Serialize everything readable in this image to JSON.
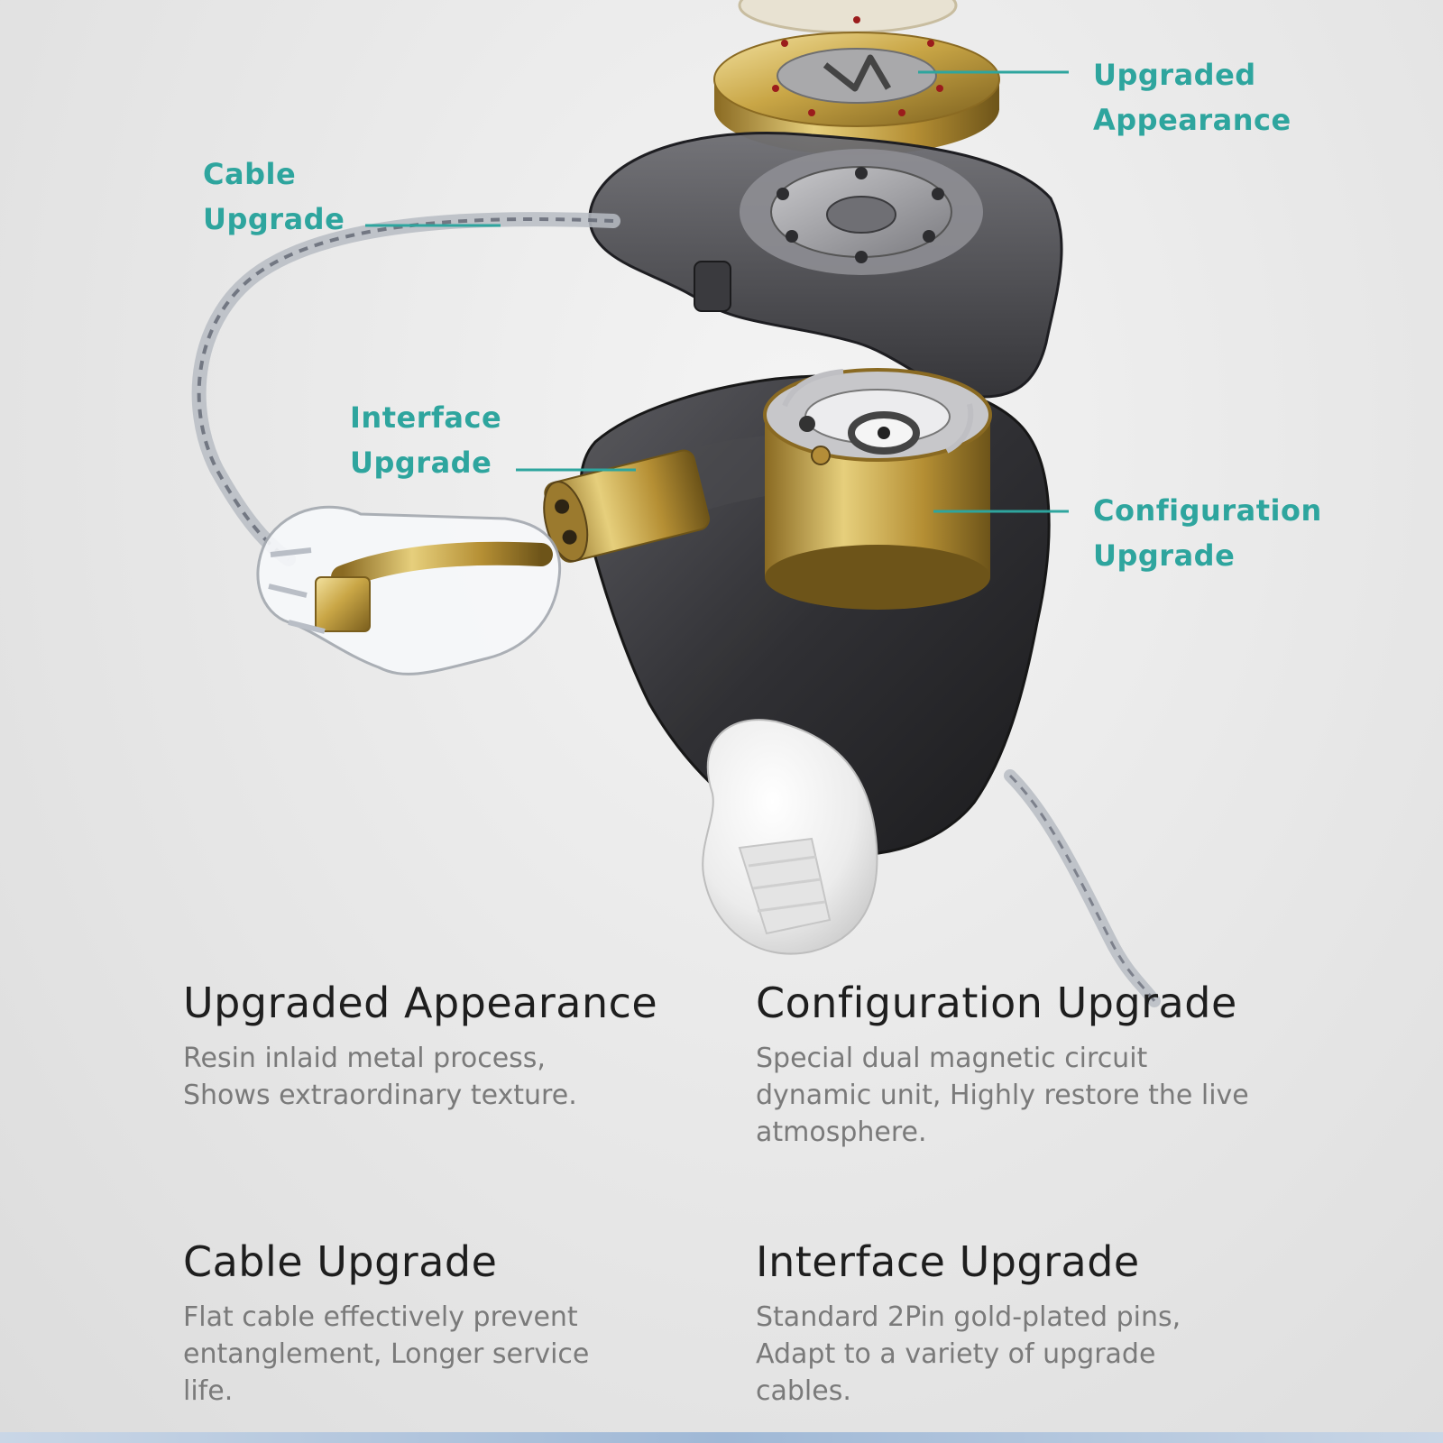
{
  "callouts": {
    "upgraded_appearance": {
      "line1": "Upgraded",
      "line2": "Appearance"
    },
    "cable_upgrade": {
      "line1": "Cable",
      "line2": "Upgrade"
    },
    "interface_upgrade": {
      "line1": "Interface",
      "line2": "Upgrade"
    },
    "configuration_upgrade": {
      "line1": "Configuration",
      "line2": "Upgrade"
    }
  },
  "features": [
    {
      "title": "Upgraded Appearance",
      "desc_line1": "Resin inlaid metal process,",
      "desc_line2": "Shows extraordinary texture.",
      "desc_line3": ""
    },
    {
      "title": "Configuration Upgrade",
      "desc_line1": "Special dual magnetic circuit",
      "desc_line2": "dynamic unit, Highly restore the live",
      "desc_line3": "atmosphere."
    },
    {
      "title": "Cable Upgrade",
      "desc_line1": "Flat cable effectively prevent",
      "desc_line2": "entanglement, Longer service",
      "desc_line3": "life."
    },
    {
      "title": "Interface Upgrade",
      "desc_line1": "Standard 2Pin gold-plated pins,",
      "desc_line2": "Adapt to a variety of upgrade",
      "desc_line3": "cables."
    }
  ],
  "colors": {
    "callout_teal": "#2ea59e",
    "heading": "#1e1e1e",
    "body_text": "#7a7a7a",
    "shell_smoke": "#2b2b2e",
    "gold": "#c9a646"
  }
}
